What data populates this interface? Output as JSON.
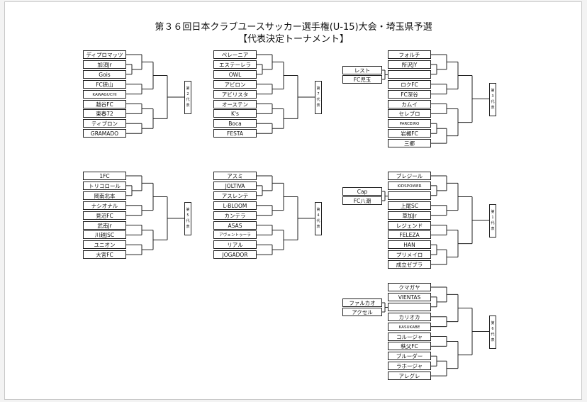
{
  "title": {
    "line1": "第３６回日本クラブユースサッカー選手権(U-15)大会・埼玉県予選",
    "line2": "【代表決定トーナメント】"
  },
  "brackets": [
    {
      "representative": [
        "第",
        "2",
        "代",
        "表"
      ],
      "teams": [
        "ディプロマッツ",
        "加須Jr",
        "Gois",
        "FC狭山",
        "KAWAGUCHI",
        "越谷FC",
        "東春72",
        "ティブロン",
        "GRAMADO"
      ]
    },
    {
      "representative": [
        "第",
        "7",
        "代",
        "表"
      ],
      "teams": [
        "ペレーニア",
        "エステーレラ",
        "OWL",
        "アビロン",
        "アビリスタ",
        "オーステン",
        "K's",
        "Boca",
        "FESTA"
      ]
    },
    {
      "representative": [
        "第",
        "3",
        "代",
        "表"
      ],
      "prelim": [
        "レスト",
        "FC児玉"
      ],
      "teams": [
        "フォルチ",
        "所沢JY",
        "",
        "ロクFC",
        "FC深谷",
        "カムイ",
        "セレブロ",
        "PARCEIRO",
        "岩槻FC",
        "三郷"
      ]
    },
    {
      "representative": [
        "第",
        "5",
        "代",
        "表"
      ],
      "teams": [
        "1FC",
        "トリコロール",
        "岡南北本",
        "ナシオナル",
        "見沼FC",
        "武南Jr",
        "川越JSC",
        "ユニオン",
        "大宮FC"
      ]
    },
    {
      "representative": [
        "第",
        "4",
        "代",
        "表"
      ],
      "teams": [
        "アスミ",
        "JOLTIVA",
        "アスレンテ",
        "L-BLOOM",
        "カンテラ",
        "ASAS",
        "アヴェントゥーラ",
        "リアル",
        "JOGADOR"
      ]
    },
    {
      "representative": [
        "第",
        "1",
        "代",
        "表"
      ],
      "prelim": [
        "Cap",
        "FC八潮"
      ],
      "teams": [
        "ブレジール",
        "KIDSPOWER",
        "",
        "上尾SC",
        "草加Jr",
        "レジェンド",
        "FELEZA",
        "HAN",
        "プリメイロ",
        "成立ゼブラ"
      ]
    },
    {
      "representative": [
        "第",
        "6",
        "代",
        "表"
      ],
      "prelim": [
        "ファルカオ",
        "アクセル"
      ],
      "teams": [
        "クマガヤ",
        "VIENTAS",
        "",
        "カリオカ",
        "KASUKABE",
        "コルージャ",
        "秩父FC",
        "ブルーダー",
        "ラホージャ",
        "アレグレ"
      ]
    }
  ]
}
